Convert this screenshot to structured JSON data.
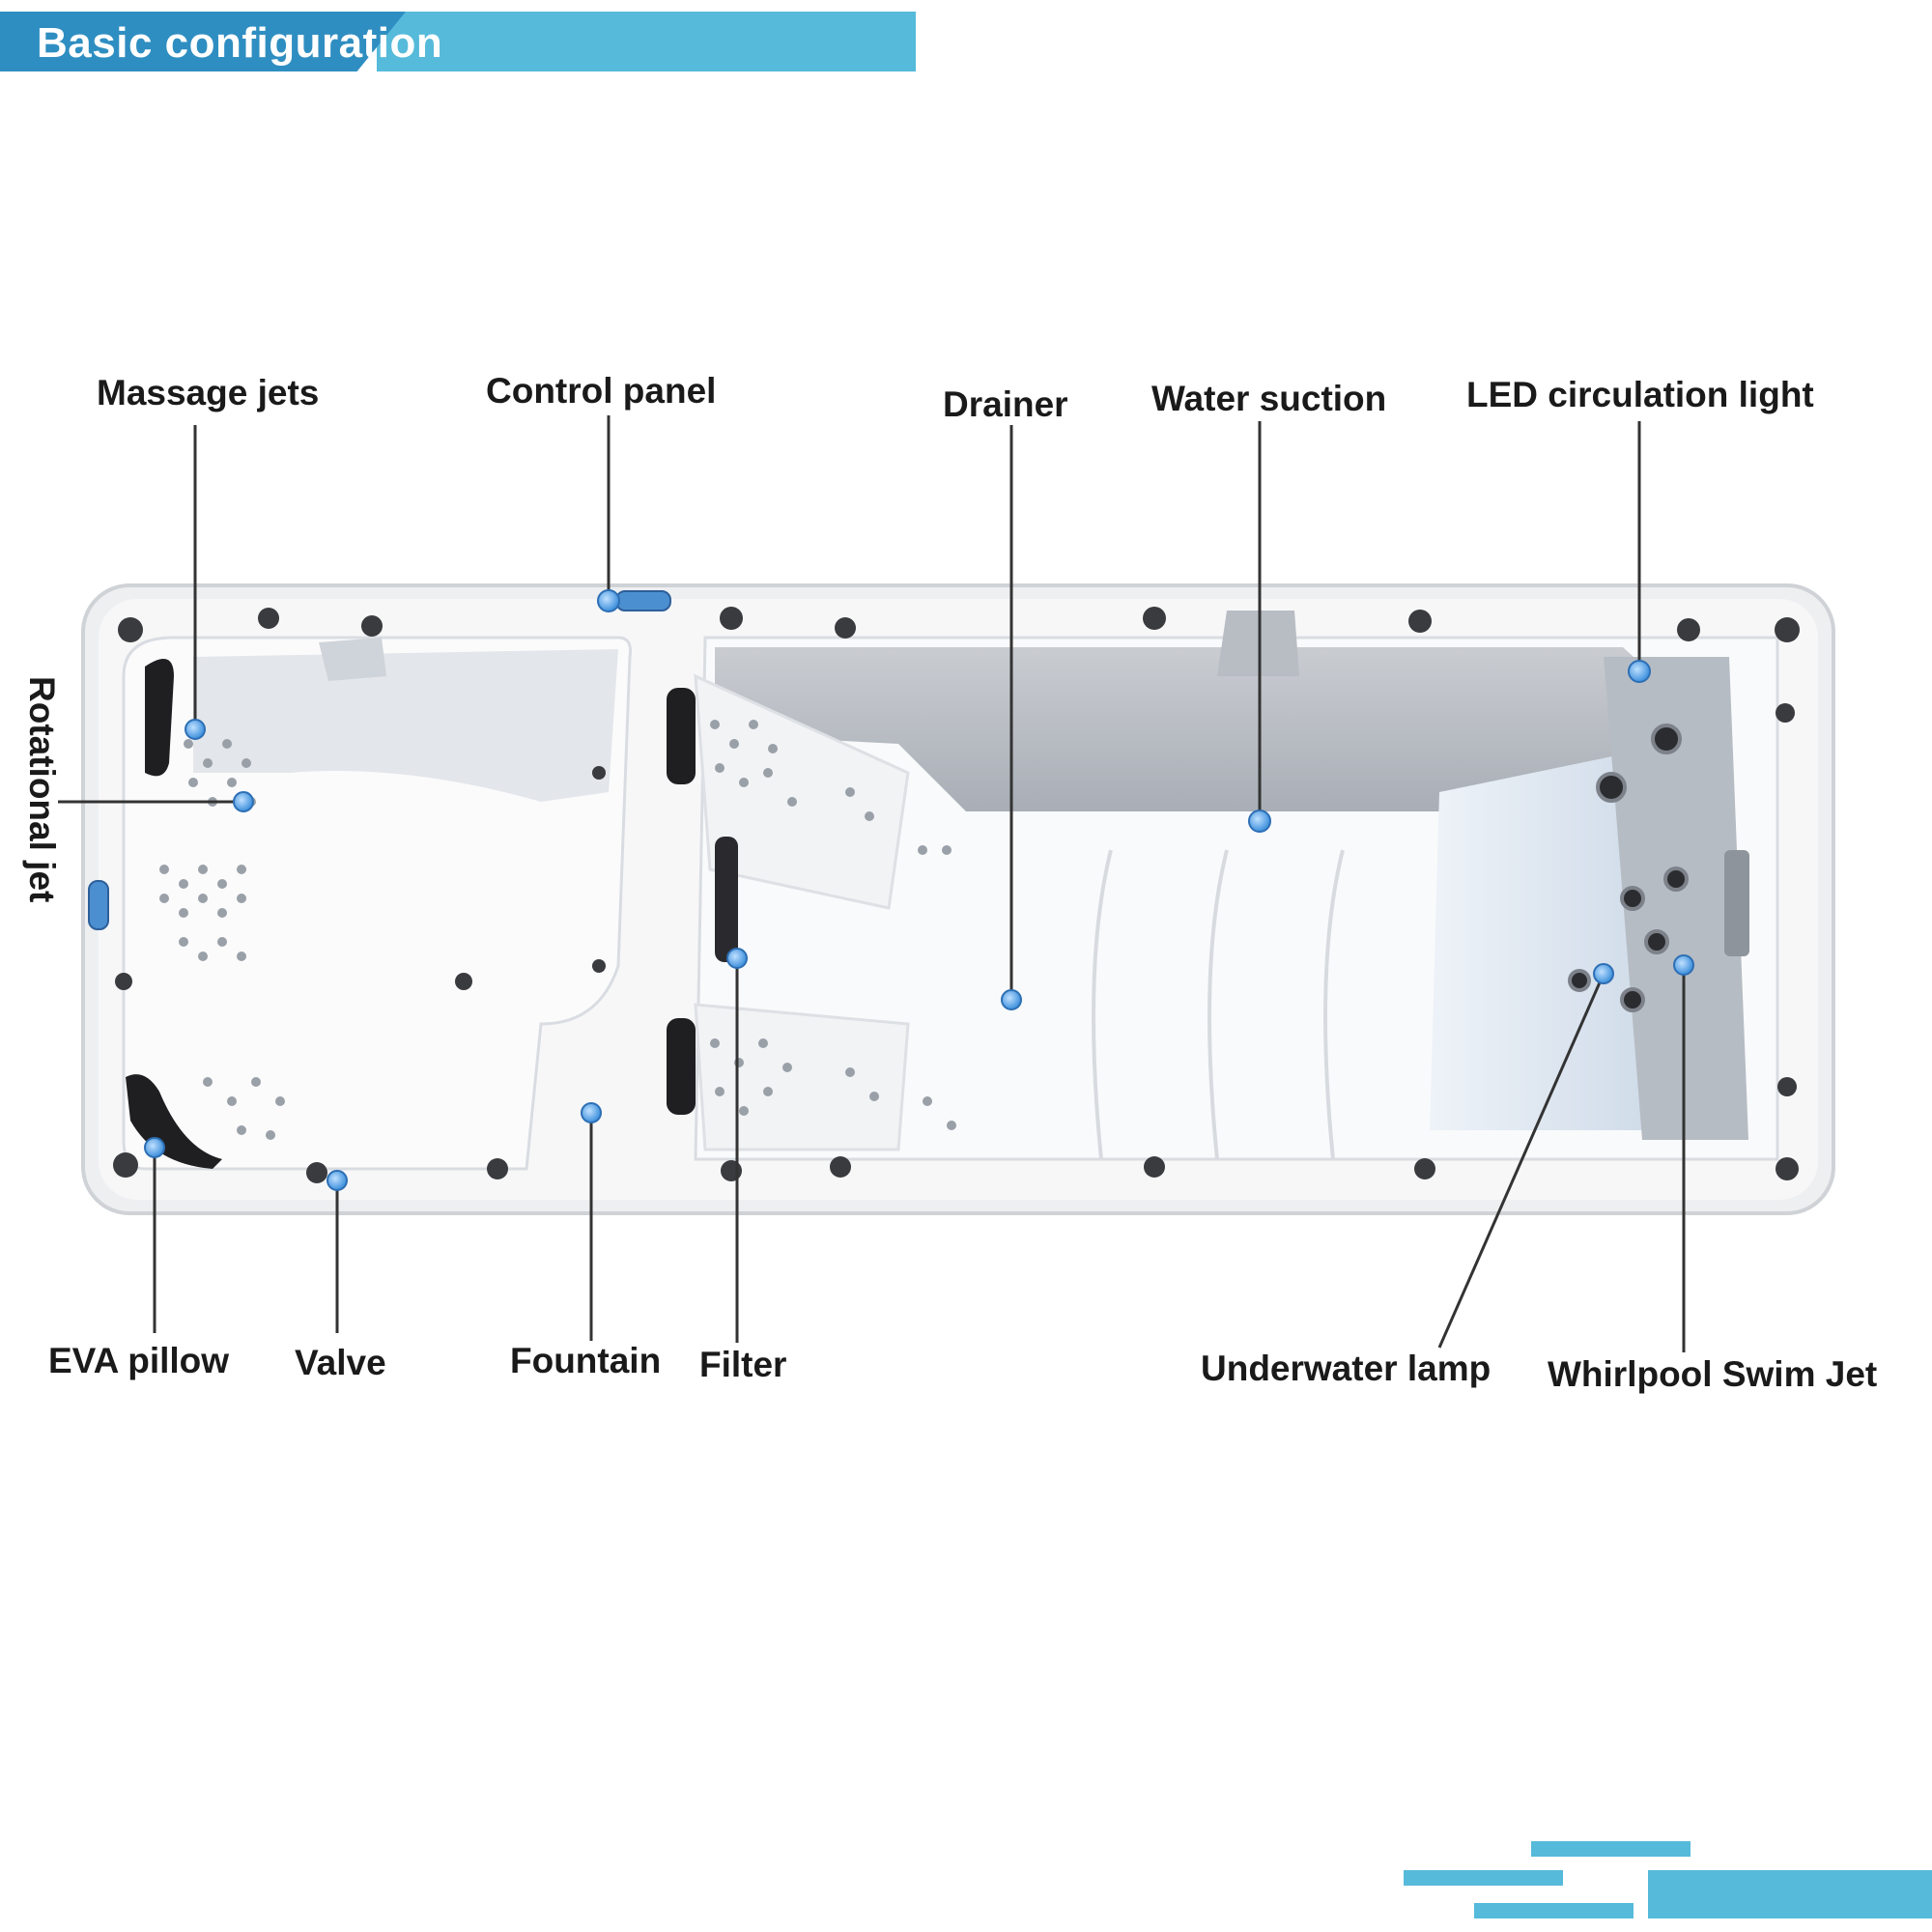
{
  "header": {
    "title": "Basic configuration"
  },
  "colors": {
    "accent": "#56bada",
    "accent_dark": "#2f8ec1",
    "marker": "#5aa8e8"
  },
  "labels": {
    "massage_jets": "Massage jets",
    "control_panel": "Control panel",
    "drainer": "Drainer",
    "water_suction": "Water suction",
    "led_circulation_light": "LED circulation light",
    "rotational_jet": "Rotational jet",
    "eva_pillow": "EVA pillow",
    "valve": "Valve",
    "fountain": "Fountain",
    "filter": "Filter",
    "underwater_lamp": "Underwater lamp",
    "whirlpool_swim_jet": "Whirlpool Swim Jet"
  }
}
